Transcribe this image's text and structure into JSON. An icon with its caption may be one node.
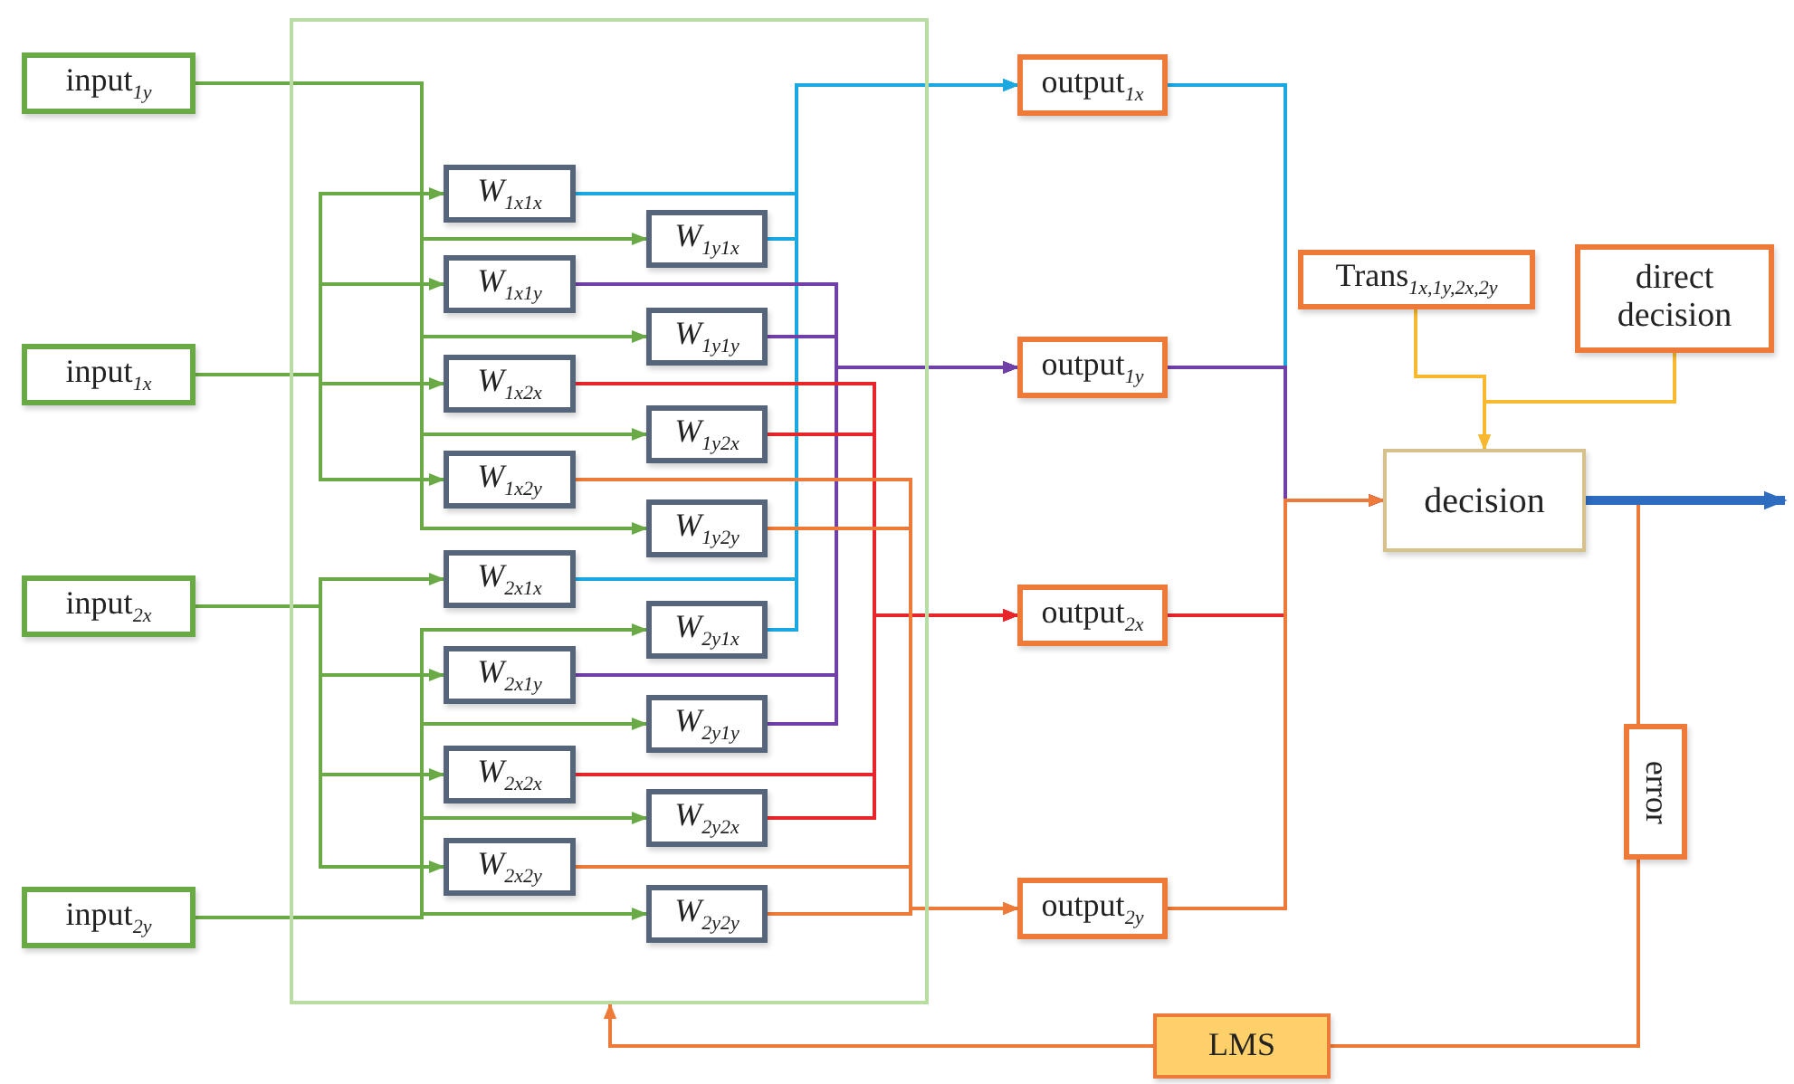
{
  "diagram": {
    "nodes": [
      {
        "text": [],
        "shape": "box"
      },
      {
        "text": [
          "input$_{1y}$"
        ]
      },
      {
        "text": [
          "input$_{1x}$"
        ]
      },
      {
        "text": [
          "input$_{2x}$"
        ]
      },
      {
        "text": [
          "input$_{2y}$"
        ]
      },
      {
        "text": [
          "*W*$_{1x1x}$"
        ],
        "in": 0
      },
      {
        "text": [
          "*W*$_{1y1x}$"
        ],
        "in": 0
      },
      {
        "text": [
          "*W*$_{1x1y}$"
        ],
        "in": 0
      },
      {
        "text": [
          "*W*$_{1y1y}$"
        ],
        "in": 0
      },
      {
        "text": [
          "*W*$_{1x2x}$"
        ],
        "in": 0
      },
      {
        "text": [
          "*W*$_{1y2x}$"
        ],
        "in": 0
      },
      {
        "text": [
          "*W*$_{1x2y}$"
        ],
        "in": 0
      },
      {
        "text": [
          "*W*$_{1y2y}$"
        ],
        "in": 0
      },
      {
        "text": [
          "*W*$_{2x1x}$"
        ],
        "in": 0
      },
      {
        "text": [
          "*W*$_{2y1x}$"
        ],
        "in": 0
      },
      {
        "text": [
          "*W*$_{2x1y}$"
        ],
        "in": 0
      },
      {
        "text": [
          "*W*$_{2y1y}$"
        ],
        "in": 0
      },
      {
        "text": [
          "*W*$_{2x2x}$"
        ],
        "in": 0
      },
      {
        "text": [
          "*W*$_{2y2x}$"
        ],
        "in": 0
      },
      {
        "text": [
          "*W*$_{2x2y}$"
        ],
        "in": 0
      },
      {
        "text": [
          "*W*$_{2y2y}$"
        ],
        "in": 0
      },
      {
        "text": [
          "output$_{1x}$"
        ]
      },
      {
        "text": [
          "output$_{1y}$"
        ]
      },
      {
        "text": [
          "Trans$_{1x,1y,2x,2y}$"
        ]
      },
      {
        "text": [
          "direct decision"
        ]
      },
      {
        "text": [
          "decision"
        ]
      },
      {
        "text": [
          "output$_{2x}$"
        ]
      },
      {
        "text": [
          "error"
        ]
      },
      {
        "text": [
          "output$_{2y}$"
        ]
      },
      {
        "text": [
          "LMS"
        ]
      }
    ],
    "edges": [
      {
        "from": 2,
        "to": 5,
        "arrow": "to"
      },
      {
        "from": 2,
        "to": 7,
        "arrow": "to"
      },
      {
        "from": 2,
        "to": 9,
        "arrow": "to"
      },
      {
        "from": 2,
        "to": 11,
        "arrow": "to"
      },
      {
        "from": 1,
        "to": 6,
        "arrow": "to"
      },
      {
        "from": 1,
        "to": 8,
        "arrow": "to"
      },
      {
        "from": 1,
        "to": 10,
        "arrow": "to"
      },
      {
        "from": 1,
        "to": 12,
        "arrow": "to"
      },
      {
        "from": 3,
        "to": 13,
        "arrow": "to"
      },
      {
        "from": 3,
        "to": 15,
        "arrow": "to"
      },
      {
        "from": 3,
        "to": 17,
        "arrow": "to"
      },
      {
        "from": 3,
        "to": 19,
        "arrow": "to"
      },
      {
        "from": 4,
        "to": 14,
        "arrow": "to"
      },
      {
        "from": 4,
        "to": 16,
        "arrow": "to"
      },
      {
        "from": 4,
        "to": 18,
        "arrow": "to"
      },
      {
        "from": 4,
        "to": 20,
        "arrow": "to"
      },
      {
        "from": 5,
        "to": 21,
        "arrow": "to",
        "color": "#1ba8e0"
      },
      {
        "from": 6,
        "to": 21,
        "arrow": "to",
        "color": "#1ba8e0"
      },
      {
        "from": 13,
        "to": 21,
        "arrow": "to",
        "color": "#1ba8e0"
      },
      {
        "from": 14,
        "to": 21,
        "arrow": "to",
        "color": "#1ba8e0"
      },
      {
        "from": 7,
        "to": 22,
        "arrow": "to",
        "color": "#7040a8"
      },
      {
        "from": 8,
        "to": 22,
        "arrow": "to",
        "color": "#7040a8"
      },
      {
        "from": 15,
        "to": 22,
        "arrow": "to",
        "color": "#7040a8"
      },
      {
        "from": 16,
        "to": 22,
        "arrow": "to",
        "color": "#7040a8"
      },
      {
        "from": 9,
        "to": 26,
        "arrow": "to",
        "color": "#e8262a"
      },
      {
        "from": 10,
        "to": 26,
        "arrow": "to",
        "color": "#e8262a"
      },
      {
        "from": 17,
        "to": 26,
        "arrow": "to",
        "color": "#e8262a"
      },
      {
        "from": 18,
        "to": 26,
        "arrow": "to",
        "color": "#e8262a"
      },
      {
        "from": 11,
        "to": 28,
        "arrow": "to",
        "color": "#ee7a3a"
      },
      {
        "from": 12,
        "to": 28,
        "arrow": "to",
        "color": "#ee7a3a"
      },
      {
        "from": 19,
        "to": 28,
        "arrow": "to",
        "color": "#ee7a3a"
      },
      {
        "from": 20,
        "to": 28,
        "arrow": "to",
        "color": "#ee7a3a"
      },
      {
        "from": 21,
        "to": 25,
        "arrow": "to",
        "color": "#1ba8e0"
      },
      {
        "from": 22,
        "to": 25,
        "arrow": "to",
        "color": "#7040a8"
      },
      {
        "from": 26,
        "to": 25,
        "arrow": "to",
        "color": "#e8262a"
      },
      {
        "from": 28,
        "to": 25,
        "arrow": "to",
        "color": "#ee7a3a"
      },
      {
        "from": 23,
        "to": 25,
        "arrow": "to",
        "color": "#f8b830"
      },
      {
        "from": 24,
        "to": 25,
        "arrow": "to",
        "color": "#f8b830"
      },
      {
        "from": 25,
        "to": null,
        "arrow": "to",
        "style": "thick",
        "color": "#2e6cc0"
      },
      {
        "from": 25,
        "to": 27,
        "arrow": "none",
        "color": "#ee7a3a"
      },
      {
        "from": 27,
        "to": 29,
        "arrow": "none",
        "color": "#ee7a3a"
      },
      {
        "from": 29,
        "to": 0,
        "arrow": "to",
        "color": "#ee7a3a"
      }
    ]
  }
}
